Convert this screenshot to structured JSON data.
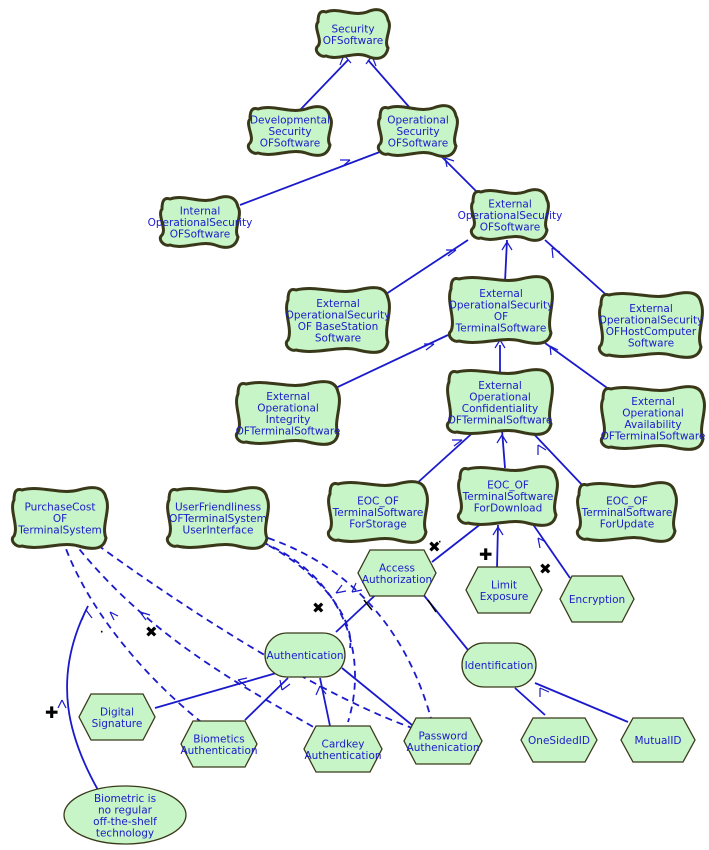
{
  "nodes": {
    "security": [
      "Security",
      "OFSoftware"
    ],
    "developmental": [
      "Developmental",
      "Security",
      "OFSoftware"
    ],
    "operational": [
      "Operational",
      "Security",
      "OFSoftware"
    ],
    "internal": [
      "Internal",
      "OperationalSecurity",
      "OFSoftware"
    ],
    "external": [
      "External",
      "OperationalSecurity",
      "OFSoftware"
    ],
    "ext_base": [
      "External",
      "OperationalSecurity",
      "OF BaseStation",
      "Software"
    ],
    "ext_terminal": [
      "External",
      "OperationalSecurity",
      "OF",
      "TerminalSoftware"
    ],
    "ext_host": [
      "External",
      "OperationalSecurity",
      "OFHostComputer",
      "Software"
    ],
    "ext_integrity": [
      "External",
      "Operational",
      "Integrity",
      "OFTerminalSoftware"
    ],
    "ext_confidentiality": [
      "External",
      "Operational",
      "Confidentiality",
      "OFTerminalSoftware"
    ],
    "ext_availability": [
      "External",
      "Operational",
      "Availability",
      "OFTerminalSoftware"
    ],
    "eoc_storage": [
      "EOC_OF",
      "TerminalSoftware",
      "ForStorage"
    ],
    "eoc_download": [
      "EOC_OF",
      "TerminalSoftware",
      "ForDownload"
    ],
    "eoc_update": [
      "EOC_OF",
      "TerminalSoftware",
      "ForUpdate"
    ],
    "purchase_cost": [
      "PurchaseCost",
      "OF",
      "TerminalSystem"
    ],
    "user_friendliness": [
      "UserFriendliness",
      "OFTerminalSystem",
      "UserInterface"
    ],
    "access_authorization": [
      "Access",
      "Authorization"
    ],
    "limit_exposure": [
      "Limit",
      "Exposure"
    ],
    "encryption": [
      "Encryption"
    ],
    "authentication": [
      "Authentication"
    ],
    "identification": [
      "Identification"
    ],
    "digital_signature": [
      "Digital",
      "Signature"
    ],
    "biometrics_auth": [
      "Biometics",
      "Authentication"
    ],
    "cardkey_auth": [
      "Cardkey",
      "Authentication"
    ],
    "password_auth": [
      "Password",
      "Authenication"
    ],
    "one_sided_id": [
      "OneSidedID"
    ],
    "mutual_id": [
      "MutualID"
    ],
    "biometric_claim": [
      "Biometric is",
      "no regular",
      "off-the-shelf",
      "technology"
    ]
  },
  "colors": {
    "node_fill": "#c8f5c8",
    "node_border": "#39391a",
    "edge": "#1a1acc",
    "label": "#1a1acc"
  }
}
